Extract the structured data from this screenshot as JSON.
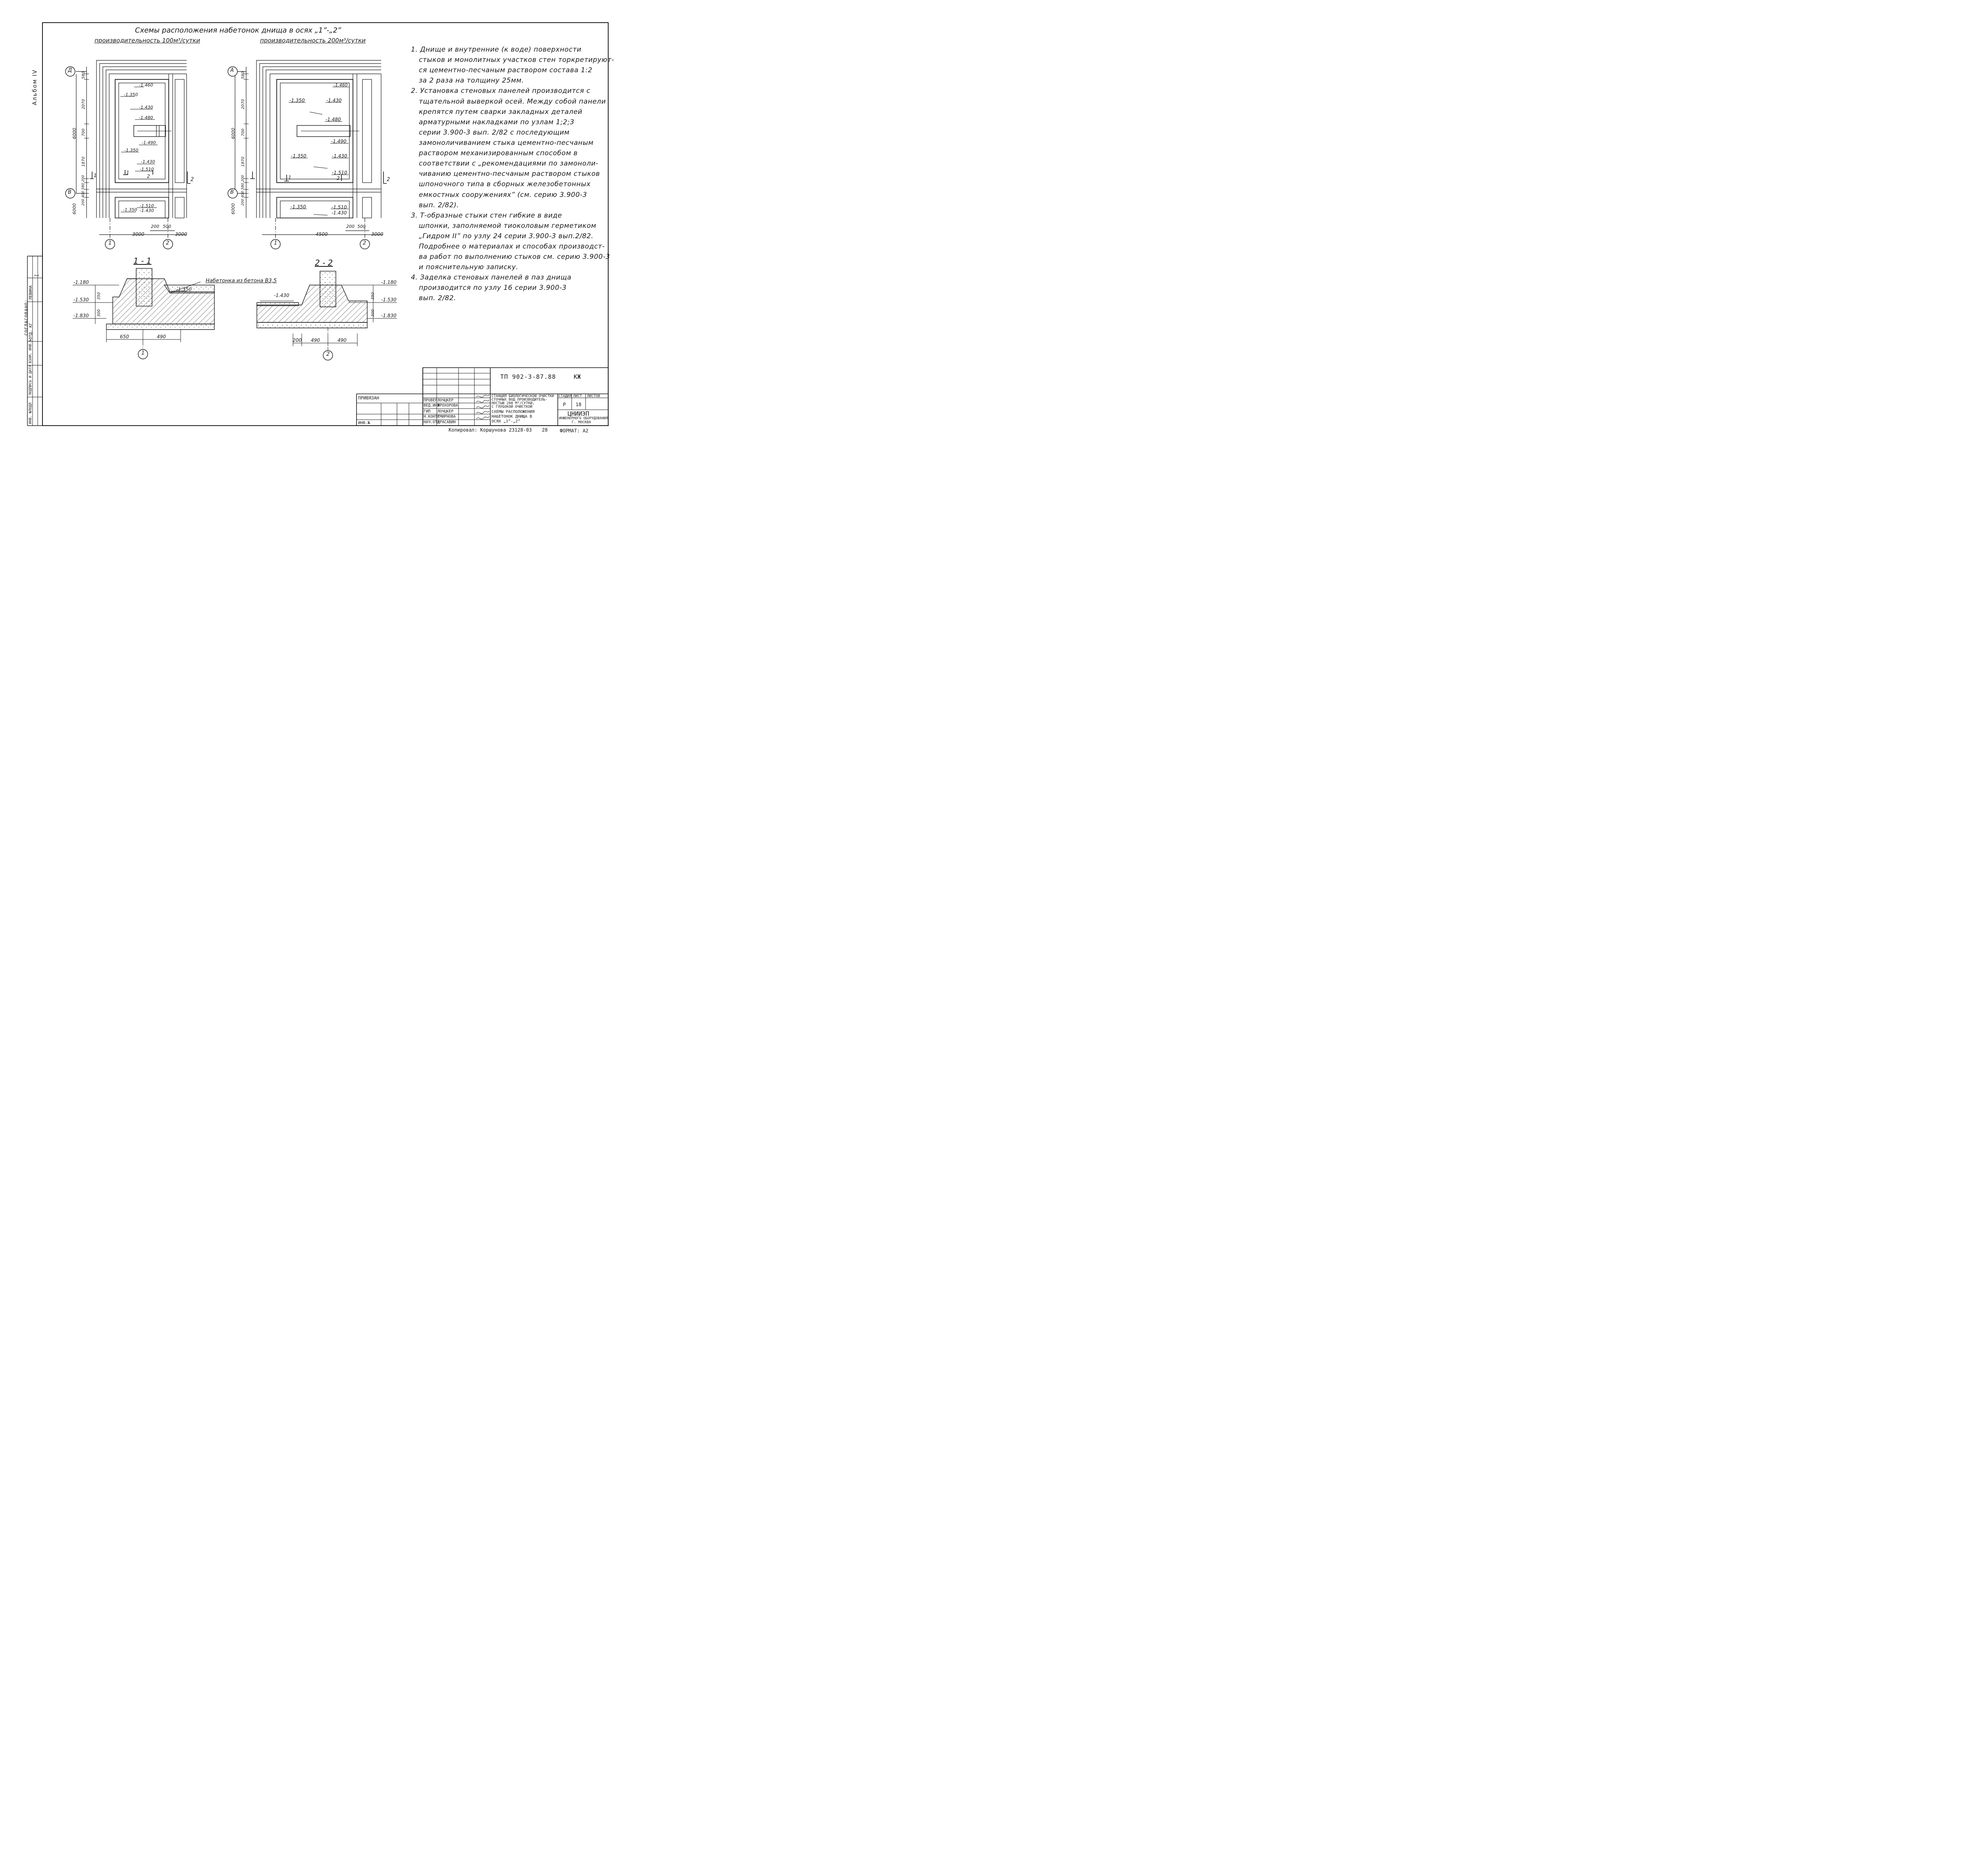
{
  "album": "Альбом IV",
  "main_title": "Схемы расположения набетонок днища в осях „1”-„2”",
  "subtitle_left": "производительность 100м³/сутки",
  "subtitle_right": "производительность 200м³/сутки",
  "plan_left": {
    "axis_top": "Д",
    "axis_bottom": "В",
    "axis_1": "1",
    "axis_2": "2",
    "dims_vertical": [
      "580",
      "2070",
      "700",
      "1870",
      "200",
      "580",
      "400",
      "200"
    ],
    "dim_total": "6000",
    "dim_below": "6000",
    "dims_horizontal": [
      "3000",
      "3000",
      "200",
      "500"
    ],
    "levels": [
      "-1.460",
      "-1.350",
      "-1.430",
      "-1.480",
      "-1.490",
      "-1.350",
      "-1.430",
      "-1.510",
      "-1.350",
      "-1.510",
      "-1.430"
    ],
    "section_marks": [
      "1",
      "1",
      "2",
      "2"
    ]
  },
  "plan_right": {
    "axis_top": "А",
    "axis_bottom": "В",
    "axis_1": "1",
    "axis_2": "2",
    "dims_vertical": [
      "580",
      "2070",
      "700",
      "1870",
      "200",
      "580",
      "400",
      "200"
    ],
    "dim_total": "6000",
    "dim_below": "6000",
    "dims_horizontal": [
      "4500",
      "3000",
      "200",
      "500"
    ],
    "levels": [
      "-1.460",
      "-1.350",
      "-1.430",
      "-1.480",
      "-1.490",
      "-1.350",
      "-1.430",
      "-1.510",
      "-1.350",
      "-1.510",
      "-1.430"
    ],
    "section_marks": [
      "1",
      "2",
      "2"
    ]
  },
  "section_1": {
    "label": "1 - 1",
    "levels": [
      "-1.180",
      "-1.530",
      "-1.830",
      "-1.350"
    ],
    "dims": [
      "350",
      "300",
      "650",
      "490"
    ],
    "axis": "1",
    "callout": "Набетонка из бетона В3,5"
  },
  "section_2": {
    "label": "2 - 2",
    "levels": [
      "-1.430",
      "-1.180",
      "-1.530",
      "-1.830"
    ],
    "dims": [
      "350",
      "300",
      "200",
      "490",
      "490"
    ],
    "axis": "2"
  },
  "notes": [
    "1. Днище и внутренние (к воде) поверхности",
    "стыков и монолитных участков стен торкретируют-",
    "ся цементно-песчаным раствором состава 1:2",
    "за 2 раза на толщину 25мм.",
    "2. Установка стеновых панелей производится с",
    "тщательной выверкой осей. Между собой панели",
    "крепятся путем сварки закладных деталей",
    "арматурными накладками по узлам 1;2;3",
    "серии 3.900-3 вып. 2/82 с последующим",
    "замоноличиванием стыка цементно-песчаным",
    "раствором механизированным способом в",
    "соответствии с „рекомендациями по замоноли-",
    "чиванию цементно-песчаным раствором стыков",
    "шпоночного типа в сборных железобетонных",
    "емкостных сооружениях” (см. серию 3.900-3",
    "вып. 2/82).",
    "3. Т-образные стыки стен гибкие в виде",
    "шпонки, заполняемой тиоколовым герметиком",
    "„Гидром II” по узлу 24 серии 3.900-3 вып.2/82.",
    "Подробнее о материалах и способах производст-",
    "ва работ по выполнению стыков см. серию 3.900-3",
    "и пояснительную записку.",
    "4. Заделка стеновых панелей в паз днища",
    "производится по узлу 16 серии 3.900-3",
    "вып. 2/82."
  ],
  "left_margin": {
    "agreed": "СОГЛАСОВАНО:",
    "dept": "ОТД. КГ",
    "name": "ЛЕВИНА",
    "stamp_labels": [
      "ИНВ. №ПОДЛ",
      "ПОДПИСЬ И ДАТА",
      "ВЗАМ. ИНВ.№"
    ]
  },
  "title_block": {
    "code": "ТП 902-3-87.88",
    "mark": "КЖ",
    "bound": "ПРИВЯЗАН",
    "inv": "ИНВ.№",
    "roles": [
      "ПРОВЕР",
      "ВЕД.ИНЖ",
      "ГИП",
      "Н.КОНТР",
      "НАЧ.ОТД"
    ],
    "names": [
      "ЛОЧЦКЕР",
      "ПРОХОРОВА",
      "ЛОЧЦКЕР",
      "СМИРНОВА",
      "КРАСАВИН"
    ],
    "project_text": [
      "СТАНЦИЯ БИОЛОГИЧЕСКОЙ ОЧИСТКИ",
      "СТОЧНЫХ ВОД ПРОИЗВОДИТЕЛЬ-",
      "НОСТЬЮ 200 М³/СУТКИ,",
      "С ГЛУБОКОЙ ОЧИСТКОЙ"
    ],
    "sheet_title": [
      "СХЕМЫ РАСПОЛОЖЕНИЯ",
      "НАБЕТОНОК ДНИЩА В",
      "ОСЯХ „1”-„2”"
    ],
    "stage_label": "СТАДИЯ",
    "sheet_label": "ЛИСТ",
    "sheets_label": "ЛИСТОВ",
    "stage": "Р",
    "sheet": "18",
    "org": [
      "ЦНИИЭП",
      "ИНЖЕНЕРНОГО ОБОРУДОВАНИЯ",
      "Г. МОСКВА"
    ],
    "copied": "Копировал: Коршунова 23128-03",
    "page": "28",
    "format": "ФОРМАТ: А2"
  }
}
